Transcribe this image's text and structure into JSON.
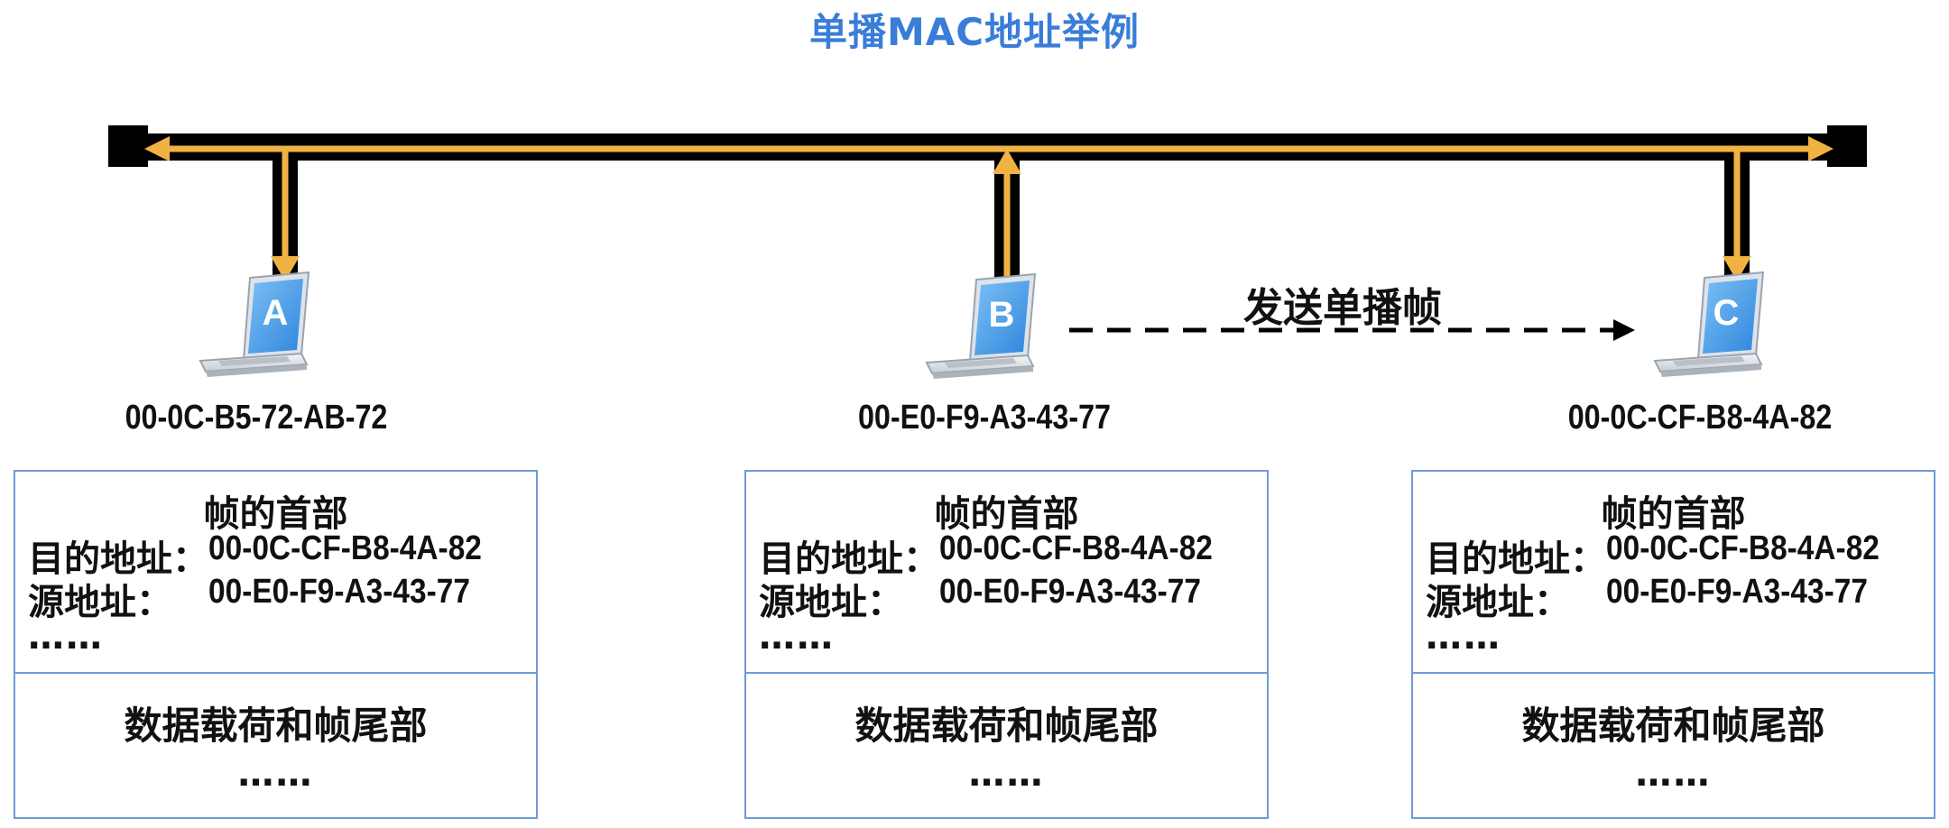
{
  "title": "单播MAC地址举例",
  "send_label": "发送单播帧",
  "colors": {
    "title": "#3a7dd8",
    "bus": "#000000",
    "signal": "#f0b343",
    "box_border": "#6d9bd6",
    "laptop_screen": "#4a9be8"
  },
  "hosts": [
    {
      "letter": "A",
      "mac": "00-0C-B5-72-AB-72"
    },
    {
      "letter": "B",
      "mac": "00-E0-F9-A3-43-77"
    },
    {
      "letter": "C",
      "mac": "00-0C-CF-B8-4A-82"
    }
  ],
  "frames": [
    {
      "header_title": "帧的首部",
      "dst_label": "目的地址：",
      "dst_value": "00-0C-CF-B8-4A-82",
      "src_label": "源地址：",
      "src_value": "00-E0-F9-A3-43-77",
      "header_more": "……",
      "payload_title": "数据载荷和帧尾部",
      "payload_more": "……"
    },
    {
      "header_title": "帧的首部",
      "dst_label": "目的地址：",
      "dst_value": "00-0C-CF-B8-4A-82",
      "src_label": "源地址：",
      "src_value": "00-E0-F9-A3-43-77",
      "header_more": "……",
      "payload_title": "数据载荷和帧尾部",
      "payload_more": "……"
    },
    {
      "header_title": "帧的首部",
      "dst_label": "目的地址：",
      "dst_value": "00-0C-CF-B8-4A-82",
      "src_label": "源地址：",
      "src_value": "00-E0-F9-A3-43-77",
      "header_more": "……",
      "payload_title": "数据载荷和帧尾部",
      "payload_more": "……"
    }
  ]
}
